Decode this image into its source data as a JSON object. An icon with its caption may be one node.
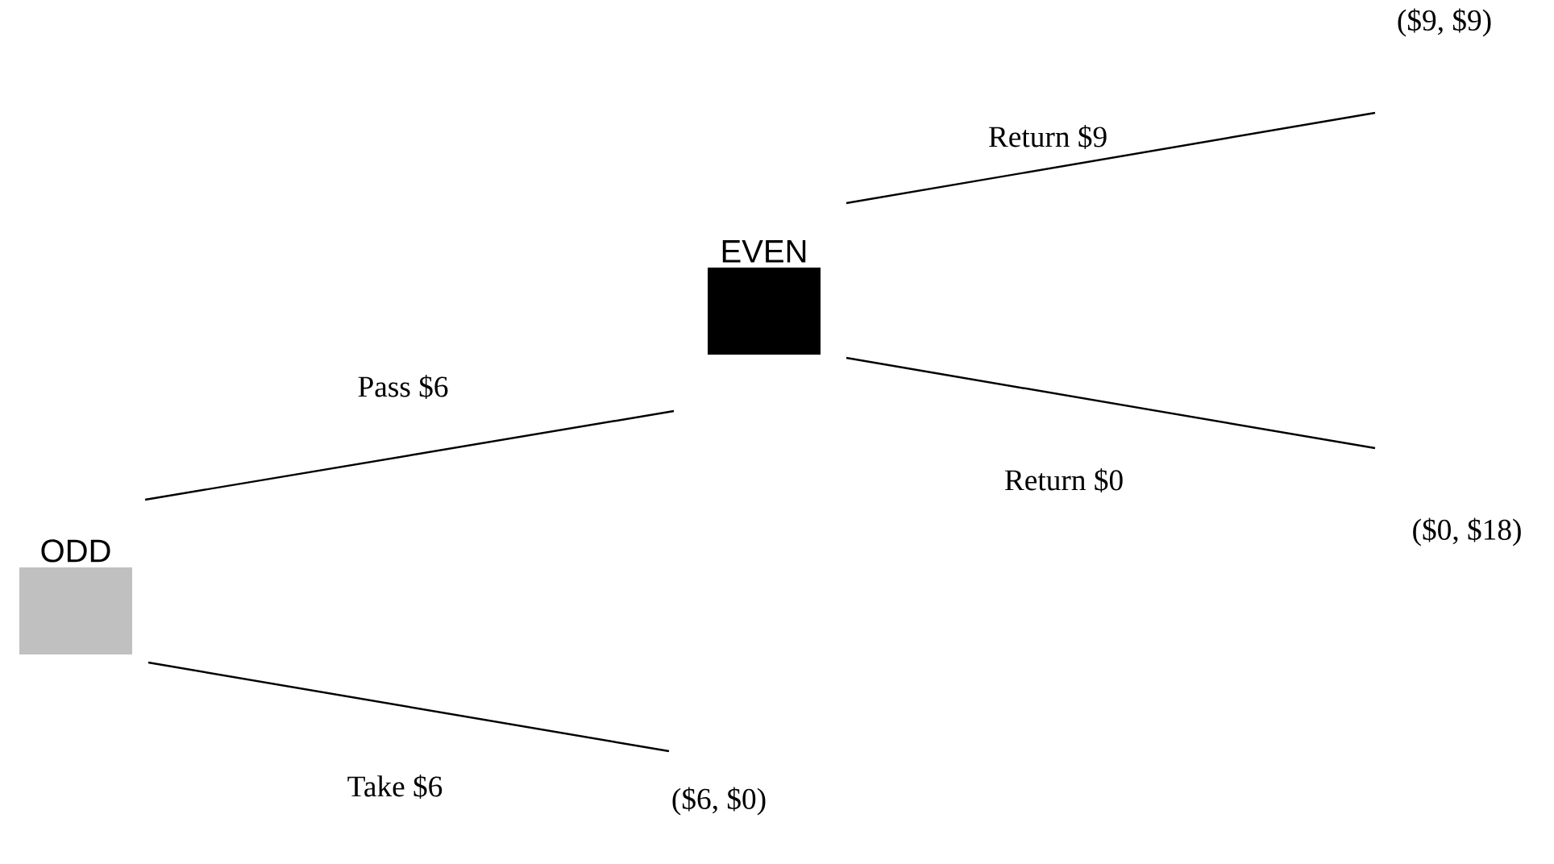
{
  "diagram": {
    "nodes": [
      {
        "text": [
          "ODD"
        ]
      },
      {
        "text": [
          "EVEN"
        ]
      },
      {
        "text": [
          "($9, $9)"
        ]
      },
      {
        "text": [
          "($0, $18)"
        ]
      },
      {
        "text": [
          "($6, $0)"
        ]
      }
    ],
    "edges": [
      {
        "from": 0,
        "to": 1,
        "arrow": "none",
        "label": "Pass $6"
      },
      {
        "from": 0,
        "to": 4,
        "arrow": "none",
        "label": "Take $6"
      },
      {
        "from": 1,
        "to": 2,
        "arrow": "none",
        "label": "Return $9"
      },
      {
        "from": 1,
        "to": 3,
        "arrow": "none",
        "label": "Return $0"
      }
    ]
  }
}
